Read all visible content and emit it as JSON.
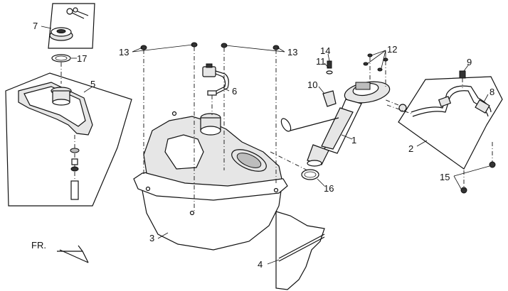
{
  "callouts": {
    "c1": "1",
    "c2": "2",
    "c3": "3",
    "c4": "4",
    "c5": "5",
    "c6": "6",
    "c7": "7",
    "c8": "8",
    "c9": "9",
    "c10": "10",
    "c11": "11",
    "c12": "12",
    "c13a": "13",
    "c13b": "13",
    "c14": "14",
    "c15": "15",
    "c16": "16",
    "c17": "17"
  },
  "direction_label": "FR."
}
